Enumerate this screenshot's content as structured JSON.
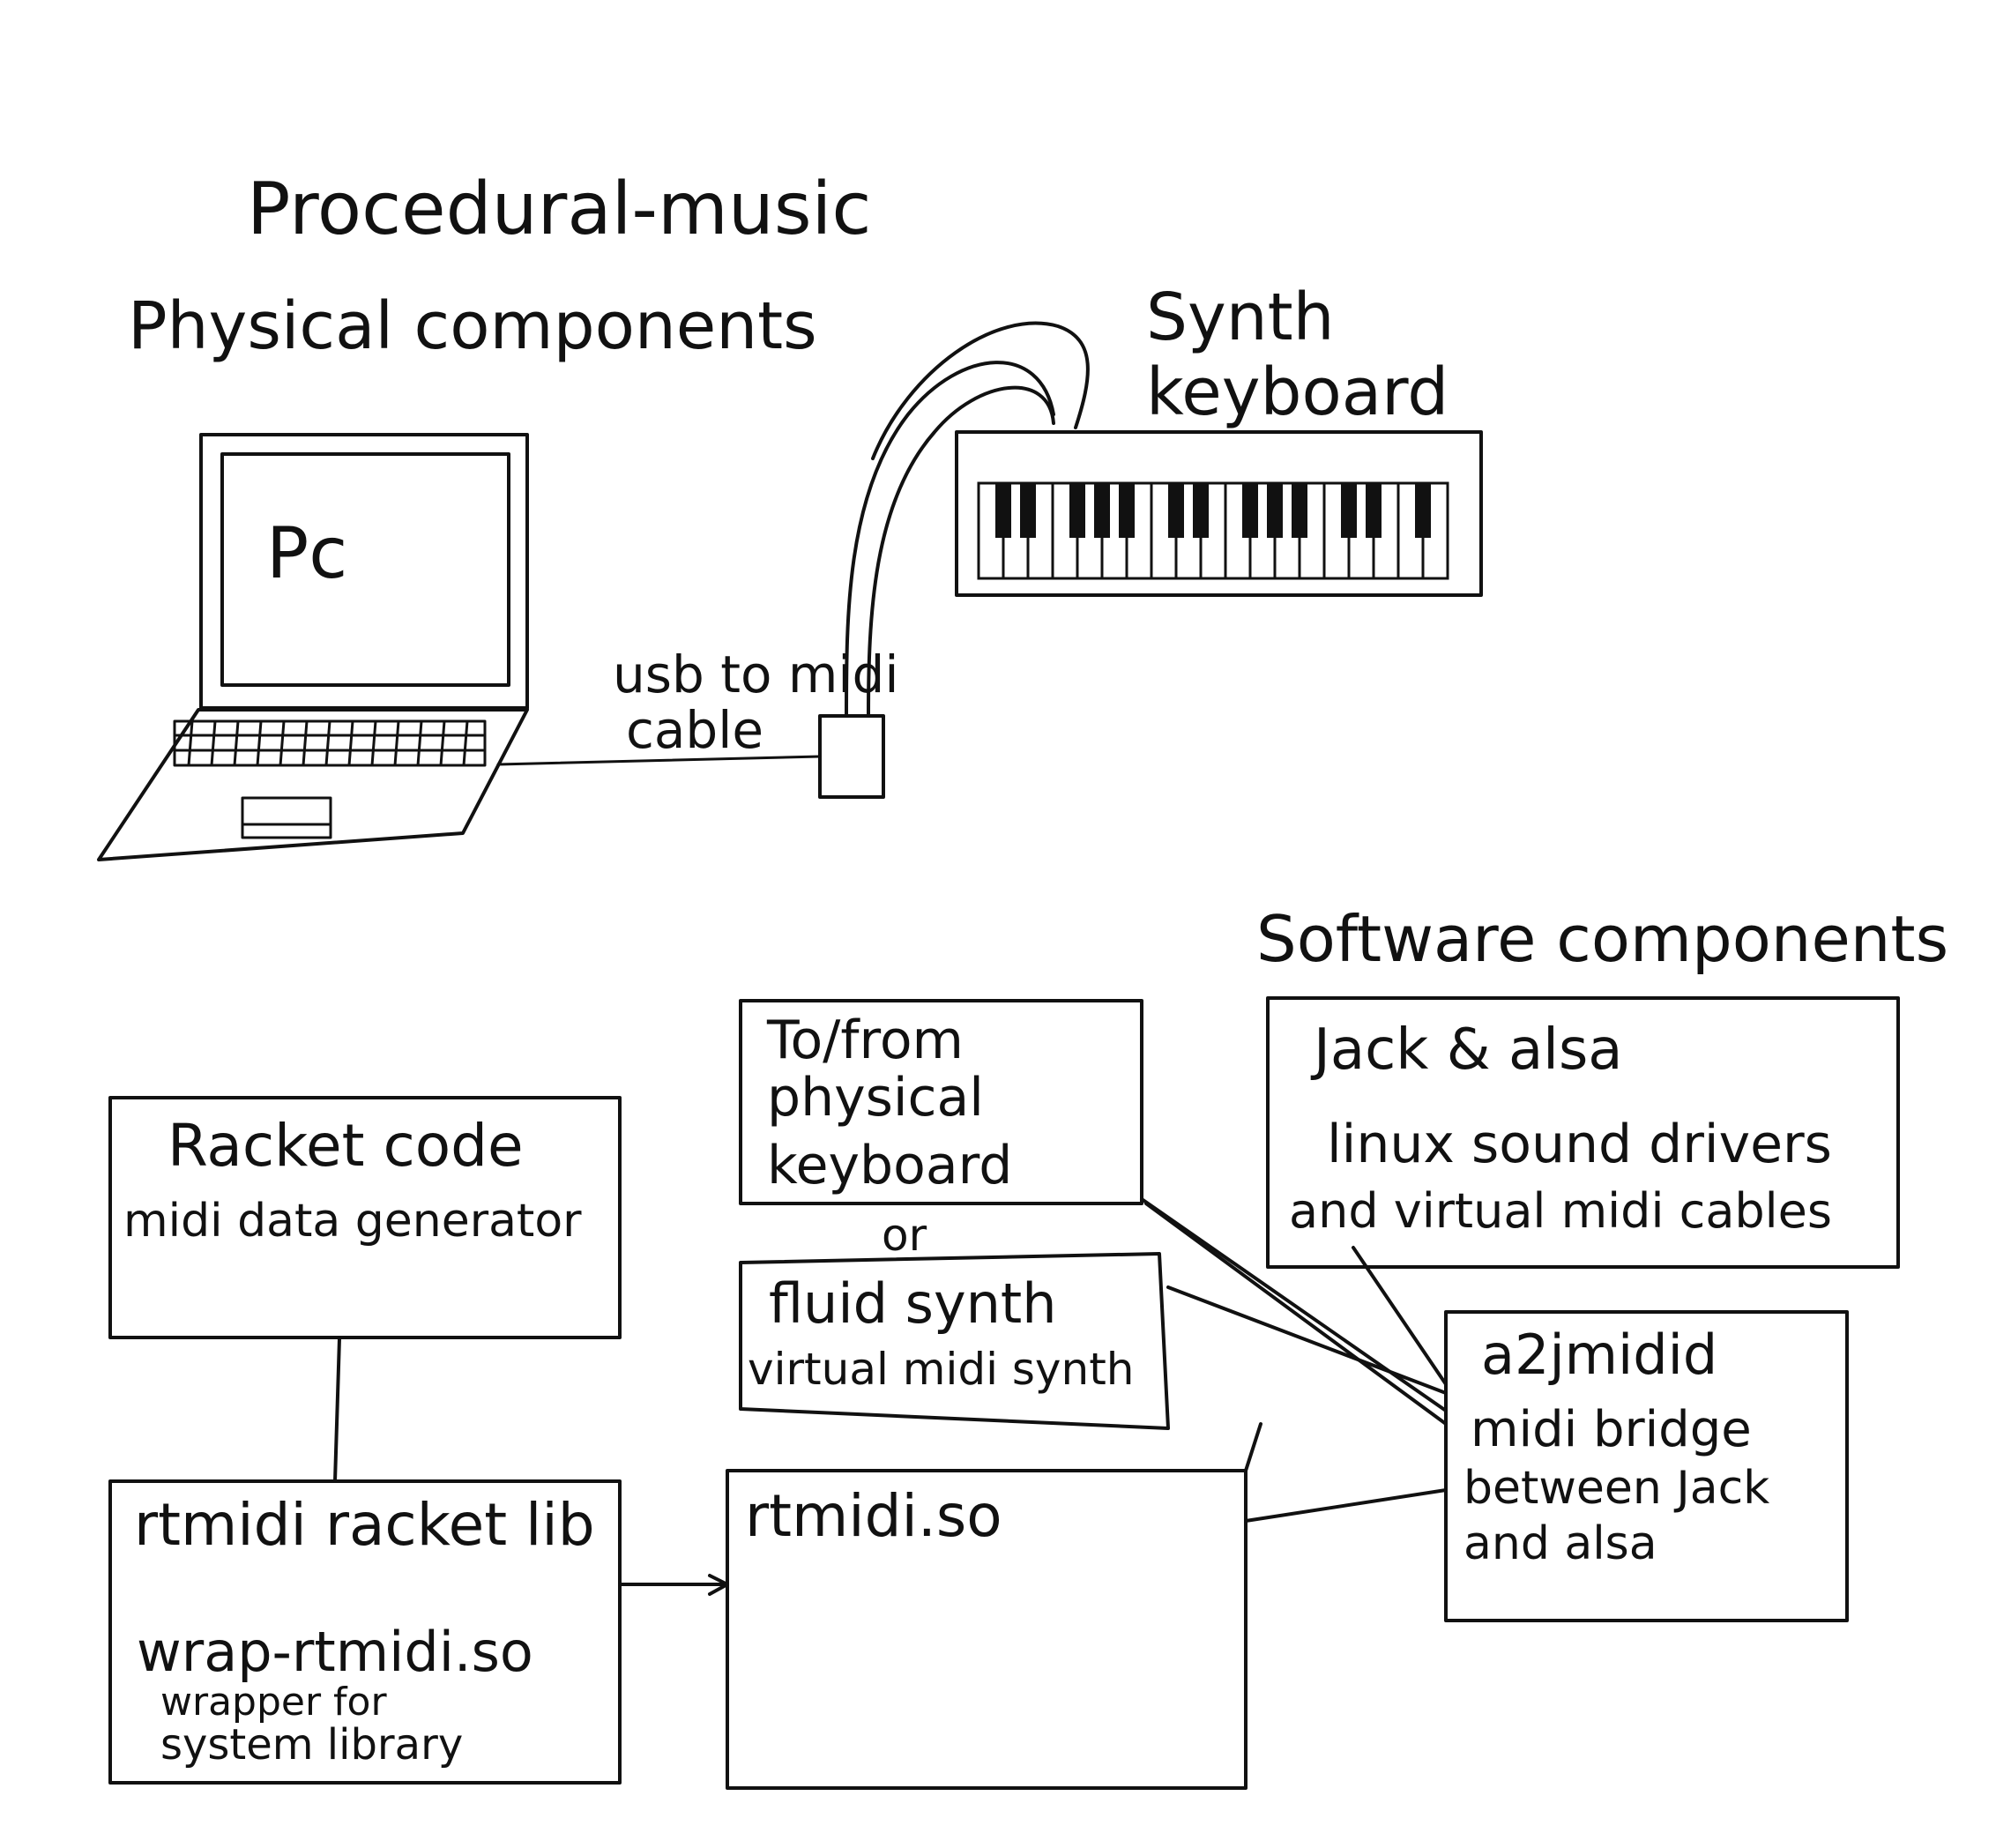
{
  "title": "Procedural-music",
  "physical": {
    "heading": "Physical components",
    "laptop_label": "Pc",
    "keyboard_label_line1": "Synth",
    "keyboard_label_line2": "keyboard",
    "cable_label_line1": "usb to midi",
    "cable_label_line2": "cable"
  },
  "software": {
    "heading": "Software components",
    "racket_box": {
      "line1": "Racket code",
      "line2": "midi data generator"
    },
    "rtmidi_lib_box": {
      "line1": "rtmidi racket lib",
      "line2": "wrap-rtmidi.so",
      "line3": "wrapper for",
      "line4": "system library"
    },
    "rtmidi_so_box": {
      "line1": "rtmidi.so"
    },
    "physical_kb_box": {
      "line1": "To/from",
      "line2": "physical",
      "line3": "keyboard"
    },
    "or_label": "or",
    "fluid_box": {
      "line1": "fluid synth",
      "line2": "virtual midi synth"
    },
    "jack_box": {
      "line1": "Jack & alsa",
      "line2": "linux sound drivers",
      "line3": "and virtual midi cables"
    },
    "a2j_box": {
      "line1": "a2jmidid",
      "line2": "midi bridge",
      "line3": "between Jack",
      "line4": "and alsa"
    }
  },
  "colors": {
    "ink": "#111111",
    "paper": "#ffffff"
  }
}
